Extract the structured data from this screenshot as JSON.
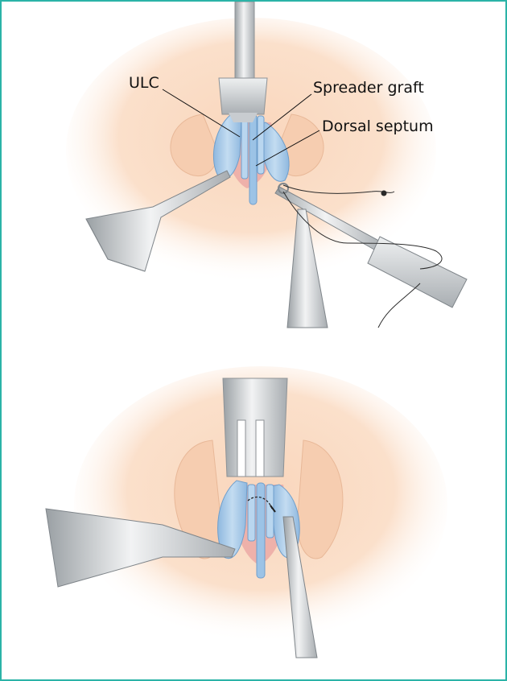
{
  "labels": {
    "ulc": "ULC",
    "spreader_graft": "Spreader graft",
    "dorsal_septum": "Dorsal septum"
  },
  "colors": {
    "border": "#2bb3a7",
    "skin_light": "#fde8d6",
    "skin_mid": "#f8d2b4",
    "cartilage": "#a9cbe8",
    "cartilage_dark": "#6f9fcc",
    "instrument": "#cfd2d4",
    "instrument_dark": "#8d9296",
    "mucosa": "#e9a5a3"
  },
  "icons": {
    "retractor": "retractor-icon",
    "forceps": "forceps-icon",
    "needle_holder": "needle-holder-icon",
    "suture": "suture-icon"
  }
}
